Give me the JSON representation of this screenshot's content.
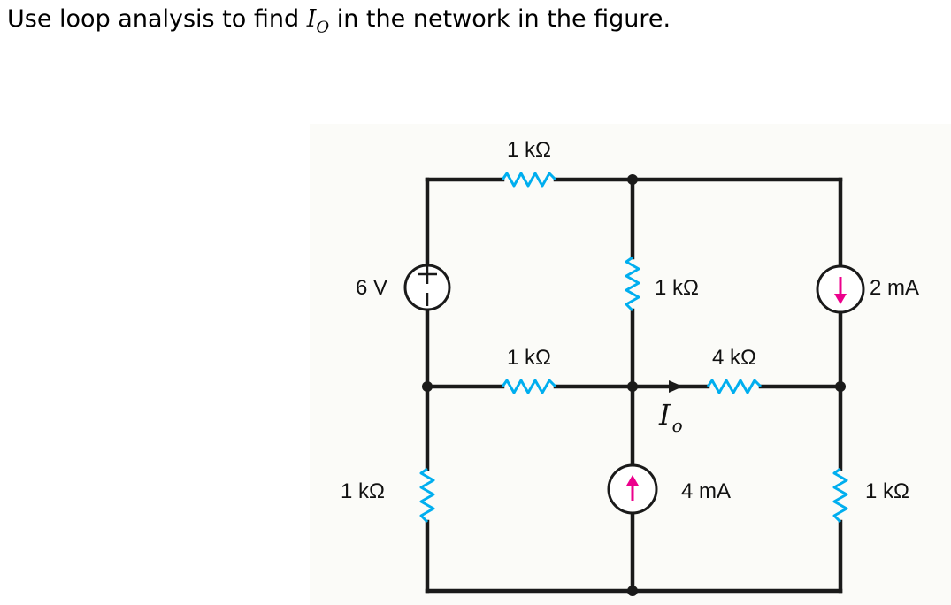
{
  "question": {
    "prefix": "Use loop analysis to find ",
    "variable": "I",
    "variable_sub": "O",
    "suffix": " in the network in the figure."
  },
  "circuit": {
    "labels": {
      "r_top": "1 kΩ",
      "voltage_source": "6 V",
      "r_mid_vertical": "1 kΩ",
      "current_source_top_right": "2 mA",
      "r_mid_left": "1 kΩ",
      "r_mid_right": "4 kΩ",
      "current_label": "I",
      "current_label_sub": "o",
      "r_bottom_left": "1 kΩ",
      "current_source_bottom": "4 mA",
      "r_bottom_right": "1 kΩ"
    },
    "colors": {
      "wire": "#1a1a1a",
      "resistor": "#00aeef",
      "source_arrow": "#ec008c"
    }
  }
}
